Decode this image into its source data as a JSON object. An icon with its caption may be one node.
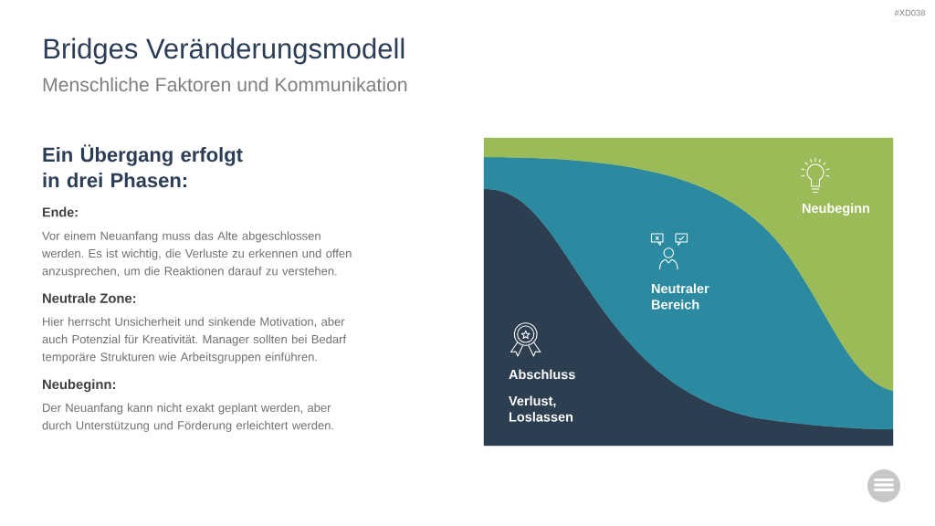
{
  "diagram": {
    "title": "Bridges Veränderungsmodell",
    "nodes": [
      {
        "text": [
          "Abschluss",
          "Verlust, Loslassen"
        ]
      },
      {
        "text": [
          "Neutraler Bereich"
        ]
      },
      {
        "text": [
          "Neubeginn"
        ]
      }
    ],
    "labels": [
      "#XD038",
      "Menschliche Faktoren und Kommunikation",
      "Ein Übergang erfolgt in drei Phasen:",
      "Ende:",
      "Vor einem Neuanfang muss das Alte abgeschlossen werden. Es ist wichtig, die Verluste zu erkennen und offen anzusprechen, um die Reaktionen darauf zu verstehen.",
      "Neutrale Zone:",
      "Hier herrscht Unsicherheit und sinkende Motivation, aber auch Potenzial für Kreativität. Manager sollten bei Bedarf temporäre Strukturen wie Arbeitsgruppen einführen.",
      "Neubeginn:",
      "Der Neuanfang kann nicht exakt geplant werden, aber durch Unterstützung und Förderung erleichtert werden."
    ]
  }
}
